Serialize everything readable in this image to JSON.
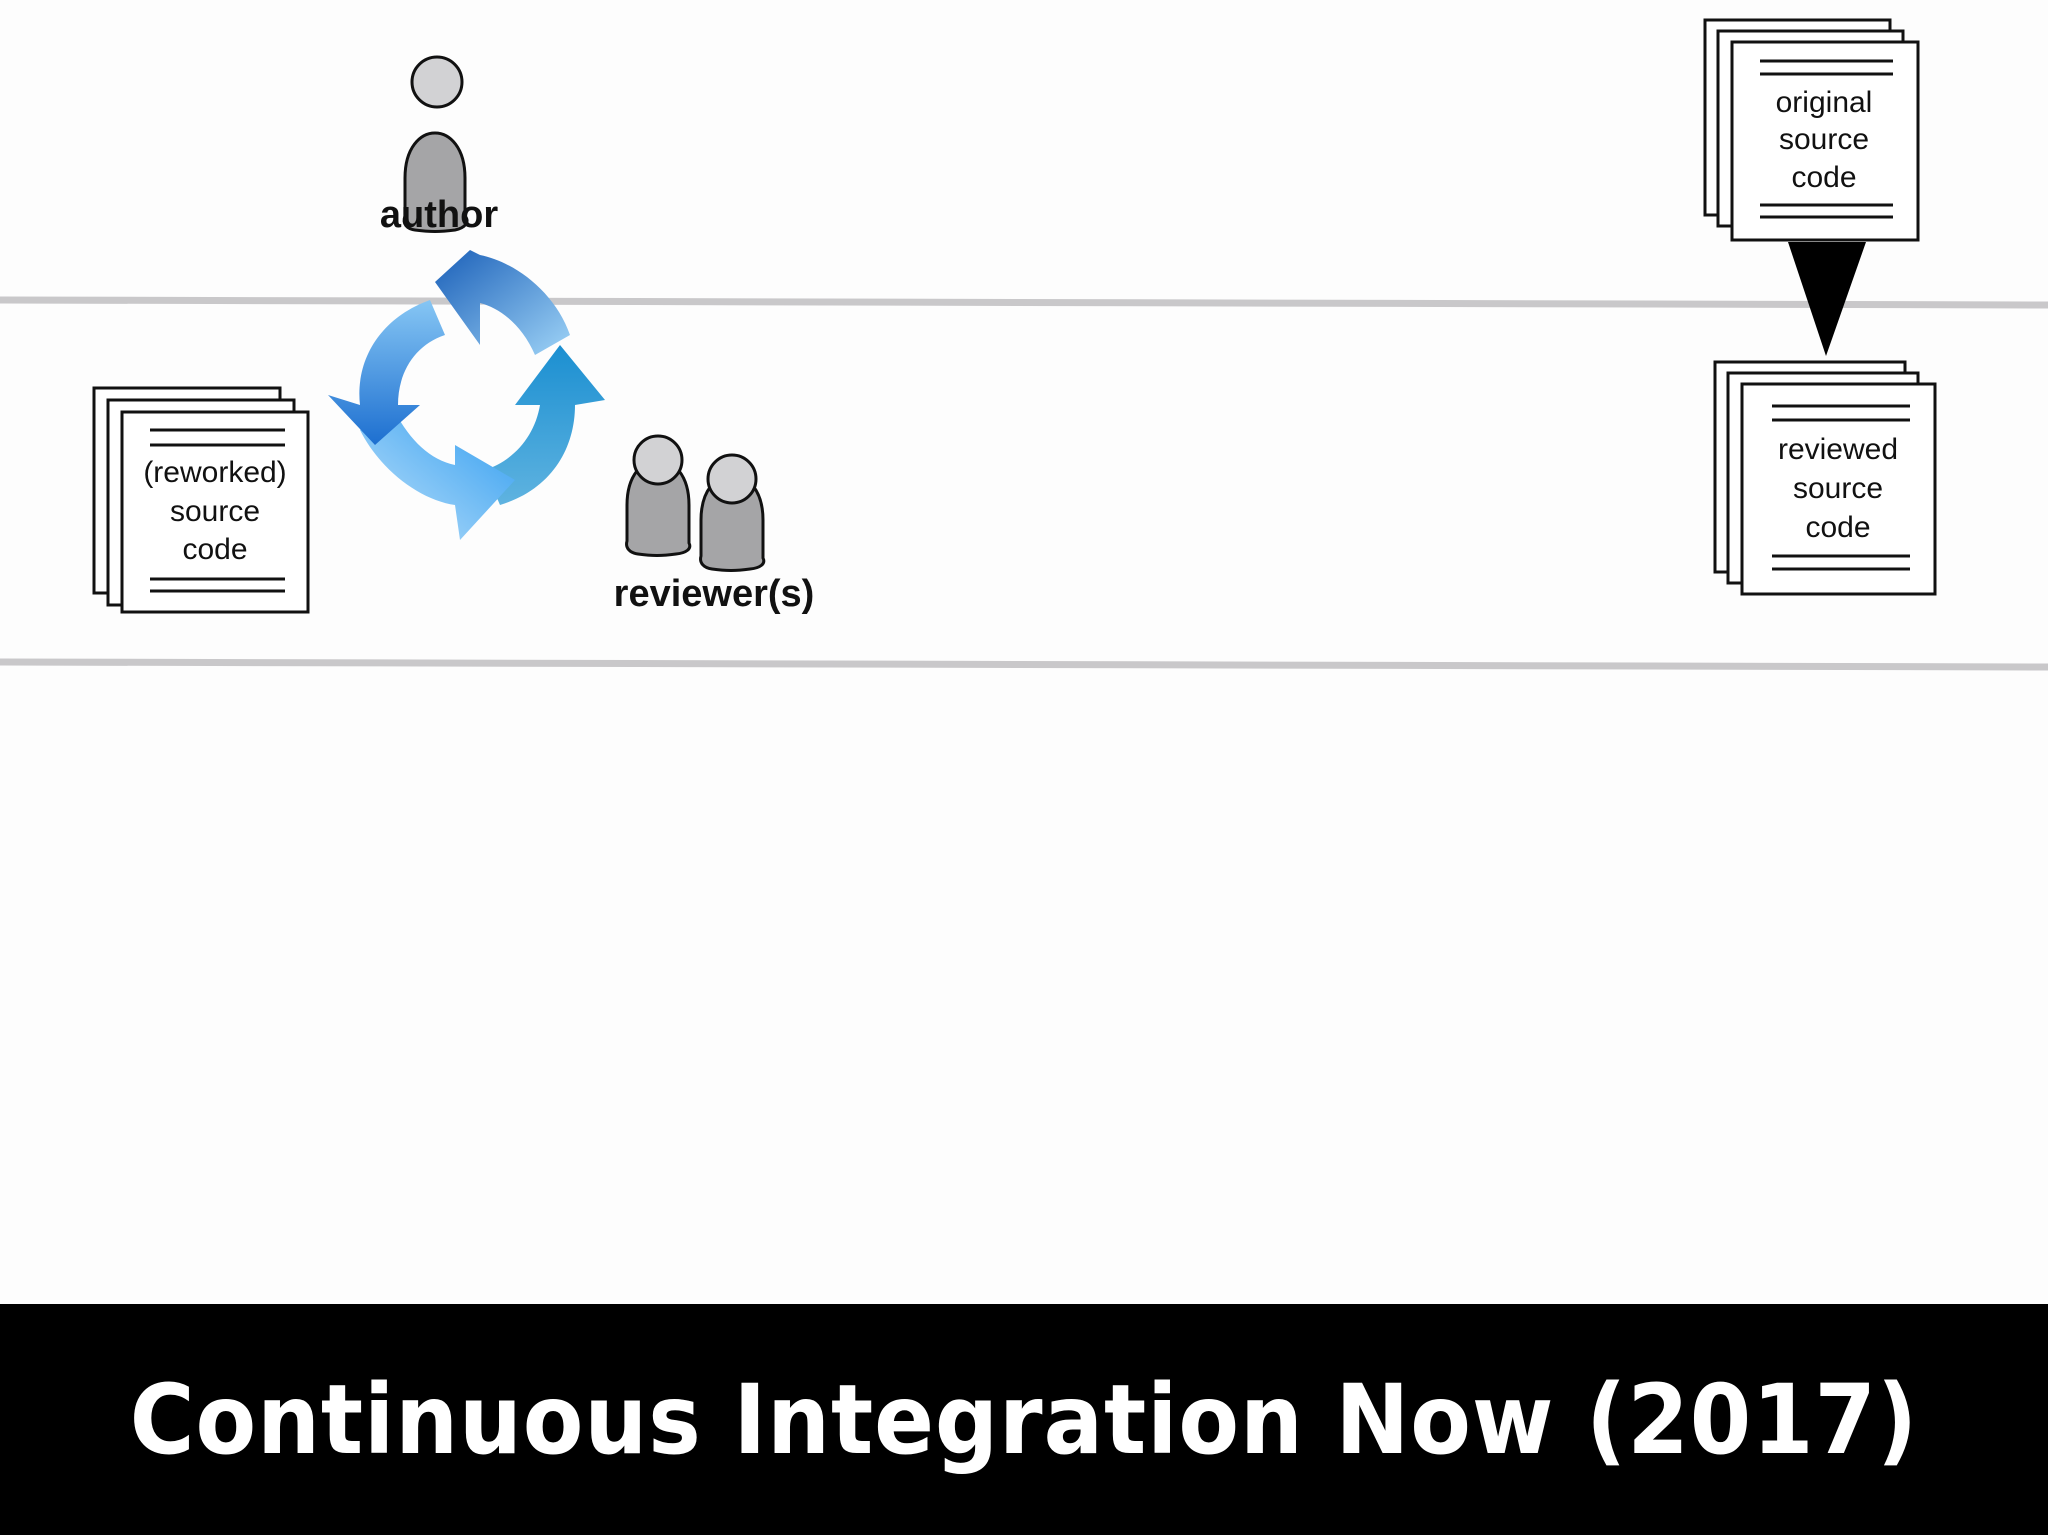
{
  "diagram": {
    "author_label": "author",
    "reviewers_label": "reviewer(s)",
    "reworked_doc": {
      "line1": "(reworked)",
      "line2": "source",
      "line3": "code"
    },
    "original_doc": {
      "line1": "original",
      "line2": "source",
      "line3": "code"
    },
    "reviewed_doc": {
      "line1": "reviewed",
      "line2": "source",
      "line3": "code"
    },
    "colors": {
      "lane_line": "#c9c8ca",
      "cycle_dark": "#1a5fb8",
      "cycle_light": "#6fc3f5",
      "person_body": "#a5a5a7",
      "person_head": "#d2d2d4",
      "footer_bg": "#000000",
      "footer_text": "#ffffff"
    }
  },
  "footer": {
    "title": "Continuous Integration Now (2017)"
  }
}
